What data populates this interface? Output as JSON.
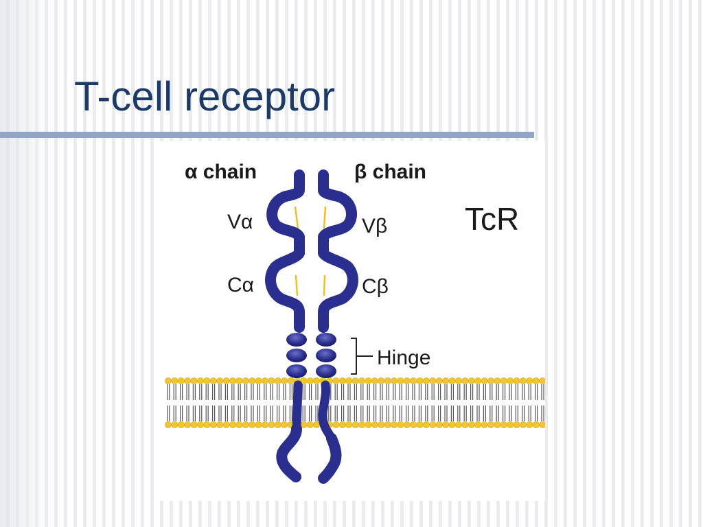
{
  "slide": {
    "title": "T-cell receptor"
  },
  "diagram": {
    "alpha_chain_label": "α chain",
    "beta_chain_label": "β chain",
    "v_alpha_label": "Vα",
    "v_beta_label": "Vβ",
    "c_alpha_label": "Cα",
    "c_beta_label": "Cβ",
    "receptor_label": "TcR",
    "hinge_label": "Hinge",
    "colors": {
      "chain": "#2a2f8f",
      "disulfide_bond": "#f0c020",
      "membrane_heads": "#f2c633",
      "membrane_tails": "#555555",
      "title": "#1c3a68",
      "divider": "#90a6c4"
    }
  }
}
